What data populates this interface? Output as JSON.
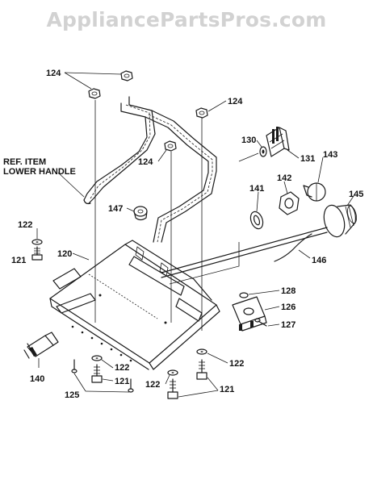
{
  "watermark": "AppliancePartsPros.com",
  "ref_note": [
    "REF. ITEM",
    "LOWER HANDLE"
  ],
  "callouts": [
    {
      "id": "c124a",
      "text": "124"
    },
    {
      "id": "c124b",
      "text": "124"
    },
    {
      "id": "c124c",
      "text": "124"
    },
    {
      "id": "c130",
      "text": "130"
    },
    {
      "id": "c131",
      "text": "131"
    },
    {
      "id": "c143",
      "text": "143"
    },
    {
      "id": "c142",
      "text": "142"
    },
    {
      "id": "c141",
      "text": "141"
    },
    {
      "id": "c145",
      "text": "145"
    },
    {
      "id": "c147",
      "text": "147"
    },
    {
      "id": "c122a",
      "text": "122"
    },
    {
      "id": "c121a",
      "text": "121"
    },
    {
      "id": "c120",
      "text": "120"
    },
    {
      "id": "c146",
      "text": "146"
    },
    {
      "id": "c128",
      "text": "128"
    },
    {
      "id": "c126",
      "text": "126"
    },
    {
      "id": "c127",
      "text": "127"
    },
    {
      "id": "c140",
      "text": "140"
    },
    {
      "id": "c122b",
      "text": "122"
    },
    {
      "id": "c121b",
      "text": "121"
    },
    {
      "id": "c125",
      "text": "125"
    },
    {
      "id": "c122c",
      "text": "122"
    },
    {
      "id": "c122d",
      "text": "122"
    },
    {
      "id": "c121c",
      "text": "121"
    }
  ]
}
